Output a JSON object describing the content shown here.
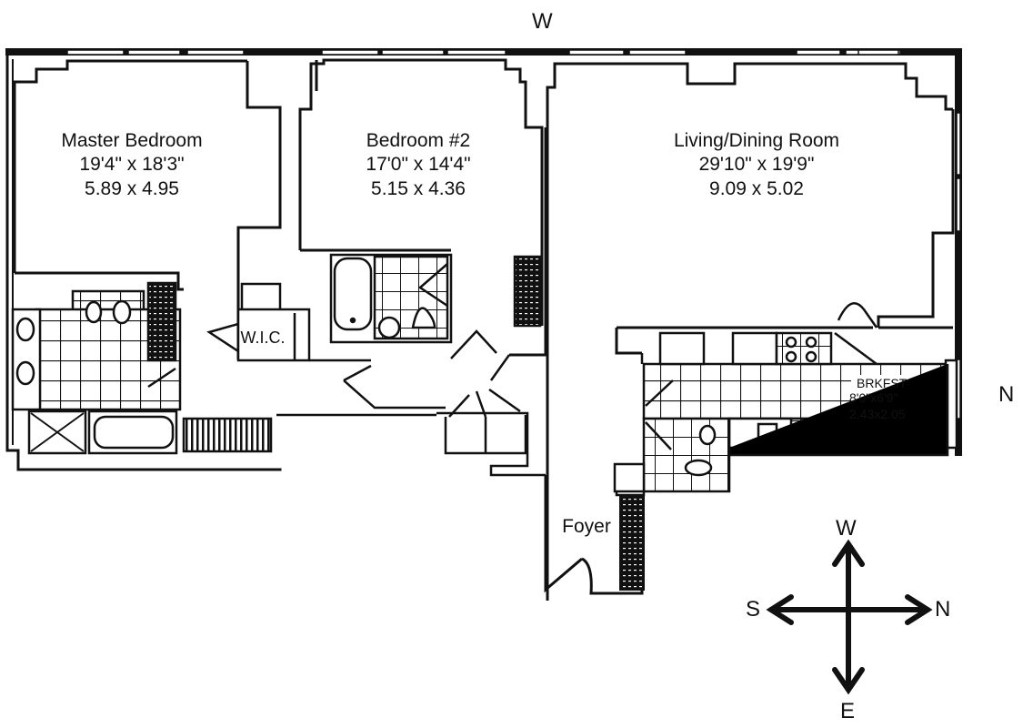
{
  "orientation": {
    "top_label": "W",
    "right_label": "N"
  },
  "rooms": [
    {
      "id": "master-bedroom",
      "name": "Master Bedroom",
      "dims_imperial": "19'4\" x 18'3\"",
      "dims_metric": "5.89 x 4.95"
    },
    {
      "id": "bedroom-2",
      "name": "Bedroom #2",
      "dims_imperial": "17'0\" x 14'4\"",
      "dims_metric": "5.15 x 4.36"
    },
    {
      "id": "living-dining",
      "name": "Living/Dining Room",
      "dims_imperial": "29'10\" x 19'9\"",
      "dims_metric": "9.09 x 5.02"
    }
  ],
  "breakfast": {
    "name": "BRKFST",
    "dims_imperial": "8'0\"x6'9\"",
    "dims_metric": "2.43x2.05"
  },
  "labels": {
    "wic": "W.I.C.",
    "foyer": "Foyer"
  },
  "compass": {
    "up": "W",
    "down": "E",
    "left": "S",
    "right": "N"
  },
  "colors": {
    "line": "#111111",
    "background": "#ffffff"
  }
}
